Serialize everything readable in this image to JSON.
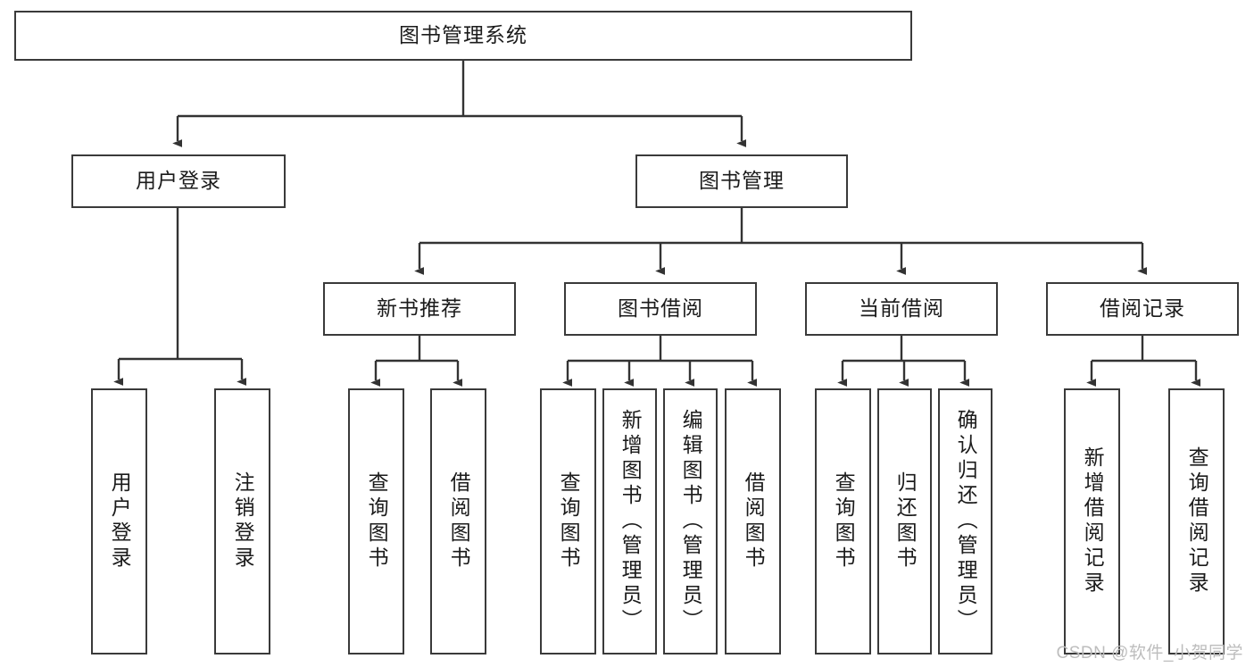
{
  "diagram": {
    "type": "tree",
    "title": "图书管理系统",
    "watermark": "CSDN @软件_小贺同学",
    "colors": {
      "box_border": "#3a3a3a",
      "box_fill": "#ffffff",
      "edge": "#333333",
      "text": "#1b1b1b",
      "watermark": "#bdbdbd",
      "background": "#ffffff"
    },
    "root": {
      "label": "图书管理系统"
    },
    "level2": [
      {
        "label": "用户登录"
      },
      {
        "label": "图书管理"
      }
    ],
    "level3": [
      {
        "label": "新书推荐"
      },
      {
        "label": "图书借阅"
      },
      {
        "label": "当前借阅"
      },
      {
        "label": "借阅记录"
      }
    ],
    "leaves": {
      "user_login": [
        {
          "label": "用户登录"
        },
        {
          "label": "注销登录"
        }
      ],
      "new_book_recommend": [
        {
          "label": "查询图书"
        },
        {
          "label": "借阅图书"
        }
      ],
      "book_borrow": [
        {
          "label": "查询图书"
        },
        {
          "label": "新增图书（管理员）"
        },
        {
          "label": "编辑图书（管理员）"
        },
        {
          "label": "借阅图书"
        }
      ],
      "current_borrow": [
        {
          "label": "查询图书"
        },
        {
          "label": "归还图书"
        },
        {
          "label": "确认归还（管理员）"
        }
      ],
      "borrow_records": [
        {
          "label": "新增借阅记录"
        },
        {
          "label": "查询借阅记录"
        }
      ]
    }
  }
}
